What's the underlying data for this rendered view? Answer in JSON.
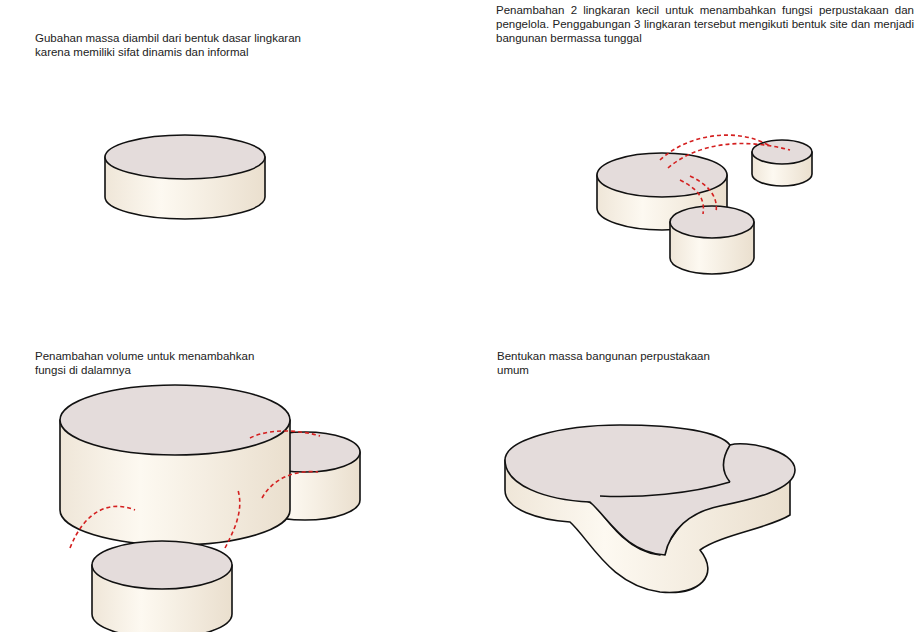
{
  "diagram": {
    "labels": [
      "Gubahan massa diambil dari bentuk dasar lingkaran karena memiliki sifat dinamis dan informal",
      "Penambahan 2 lingkaran kecil untuk menambahkan fungsi perpustakaan dan pengelola. Penggabungan 3 lingkaran tersebut mengikuti bentuk site dan menjadi bangunan bermassa tunggal",
      "Penambahan volume untuk menambahkan fungsi di dalamnya",
      "Bentukan massa bangunan perpustakaan umum"
    ]
  }
}
